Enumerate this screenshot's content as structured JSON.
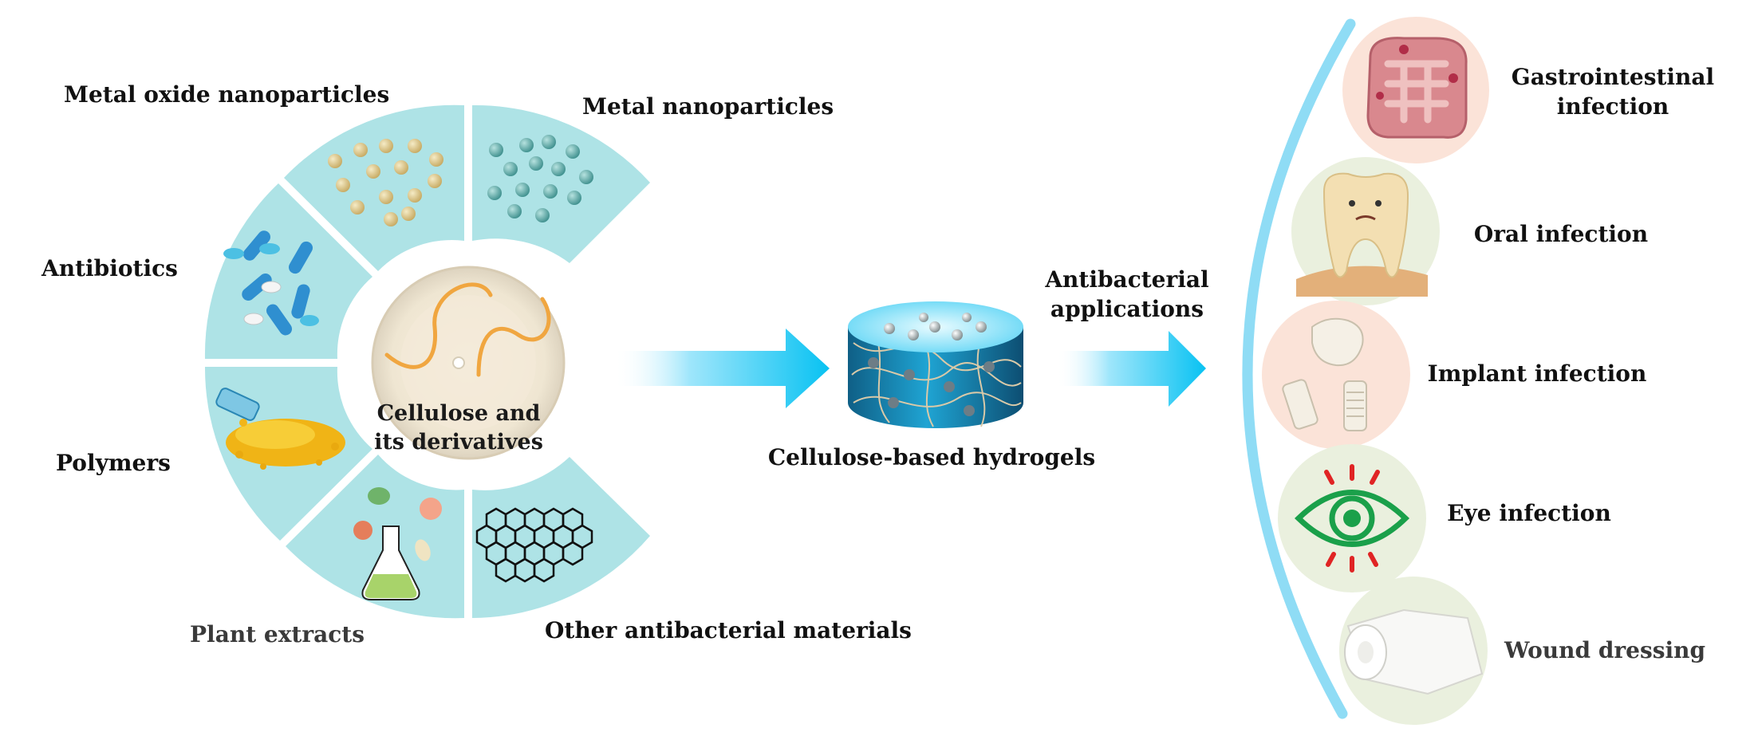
{
  "materials": {
    "metal_oxide": "Metal oxide nanoparticles",
    "metal": "Metal nanoparticles",
    "antibiotics": "Antibiotics",
    "polymers": "Polymers",
    "plant_extracts": "Plant extracts",
    "other": "Other antibacterial materials"
  },
  "center": {
    "line1": "Cellulose and",
    "line2": "its derivatives"
  },
  "hydrogel": {
    "label": "Cellulose-based hydrogels"
  },
  "arrow2": {
    "line1": "Antibacterial",
    "line2": "applications"
  },
  "applications": {
    "gi_line1": "Gastrointestinal",
    "gi_line2": "infection",
    "oral": "Oral infection",
    "implant": "Implant infection",
    "eye": "Eye infection",
    "wound": "Wound dressing"
  },
  "colors": {
    "segment_fill": "#aee3e6",
    "arrow_cyan": "#10c6f3",
    "curve_blue": "#8fdcf5",
    "eye_green": "#1aa04a",
    "eye_red": "#e02424"
  },
  "icons": {
    "gi": "intestine-icon",
    "oral": "tooth-icon",
    "implant": "dental-implant-icon",
    "eye": "eye-icon",
    "wound": "bandage-icon"
  }
}
